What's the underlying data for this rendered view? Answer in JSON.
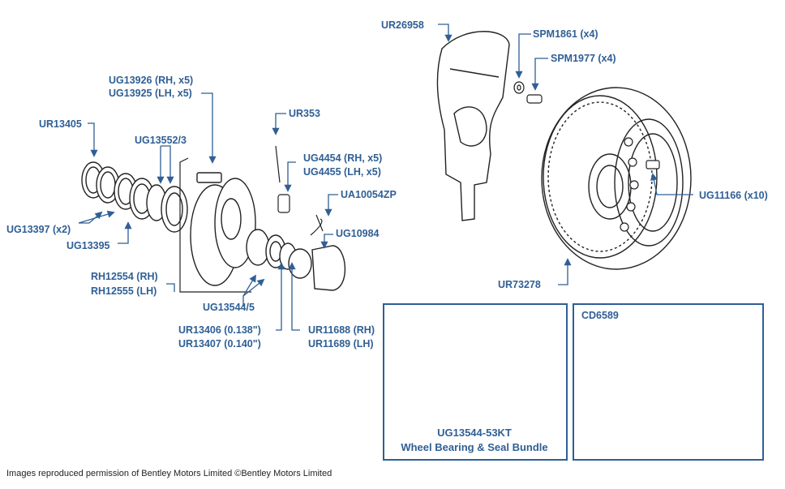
{
  "credit": "Images reproduced permission of Bentley Motors Limited ©Bentley Motors Limited",
  "labels": {
    "ur26958": "UR26958",
    "spm1861": "SPM1861 (x4)",
    "spm1977": "SPM1977 (x4)",
    "ug13926": "UG13926 (RH, x5)",
    "ug13925": "UG13925 (LH, x5)",
    "ur13405": "UR13405",
    "ug13552": "UG13552/3",
    "ur353": "UR353",
    "ug4454": "UG4454 (RH, x5)",
    "ug4455": "UG4455 (LH, x5)",
    "ua10054zp": "UA10054ZP",
    "ug11166": "UG11166 (x10)",
    "ug13397": "UG13397 (x2)",
    "ug13395": "UG13395",
    "ug10984": "UG10984",
    "rh12554": "RH12554 (RH)",
    "rh12555": "RH12555 (LH)",
    "ur73278": "UR73278",
    "ug13544": "UG13544/5",
    "ur13406": "UR13406 (0.138\")",
    "ur13407": "UR13407 (0.140\")",
    "ur11688": "UR11688 (RH)",
    "ur11689": "UR11689 (LH)",
    "cd6589": "CD6589"
  },
  "kits": {
    "bearing_kit_code": "UG13544-53KT",
    "bearing_kit_name": "Wheel Bearing & Seal Bundle"
  },
  "colors": {
    "label": "#2f5f95",
    "line": "#222222",
    "pad": "#4a90c8"
  }
}
